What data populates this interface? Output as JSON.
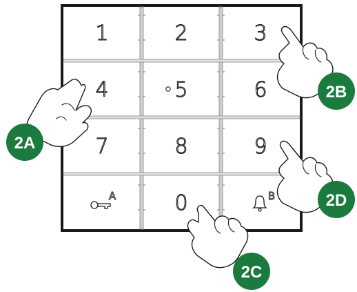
{
  "keypad": {
    "keys": [
      {
        "label": "1"
      },
      {
        "label": "2"
      },
      {
        "label": "3"
      },
      {
        "label": "4"
      },
      {
        "label": "5"
      },
      {
        "label": "6"
      },
      {
        "label": "7"
      },
      {
        "label": "8"
      },
      {
        "label": "9"
      },
      {
        "label": "",
        "icon": "key-icon",
        "sup": "A"
      },
      {
        "label": "0"
      },
      {
        "label": "",
        "icon": "bell-icon",
        "sup": "B"
      }
    ]
  },
  "badges": [
    {
      "label": "2A"
    },
    {
      "label": "2B"
    },
    {
      "label": "2C"
    },
    {
      "label": "2D"
    }
  ],
  "colors": {
    "badge": "#1b7a3e",
    "frame": "#1a1a1a",
    "divider": "#999999"
  }
}
